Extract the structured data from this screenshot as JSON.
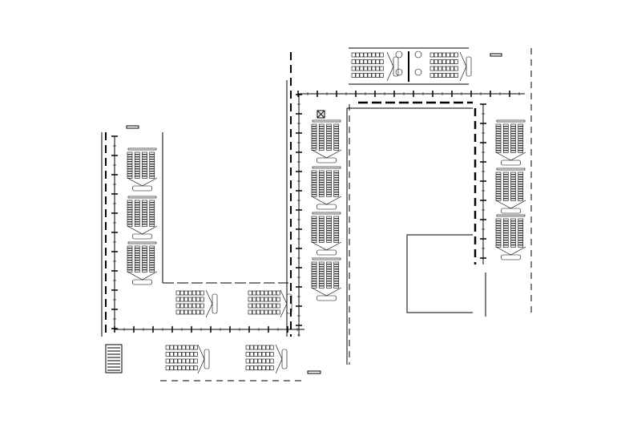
{
  "colors": {
    "background": "#ffffff",
    "line": "#000000",
    "wall": "#333333",
    "courtyard": "#555555"
  },
  "plan": {
    "left_wing_rooms": 3,
    "middle_wing_rooms": 4,
    "right_wing_rooms": 3,
    "top_wing_rooms": 2,
    "bottom_rooms": 4
  }
}
